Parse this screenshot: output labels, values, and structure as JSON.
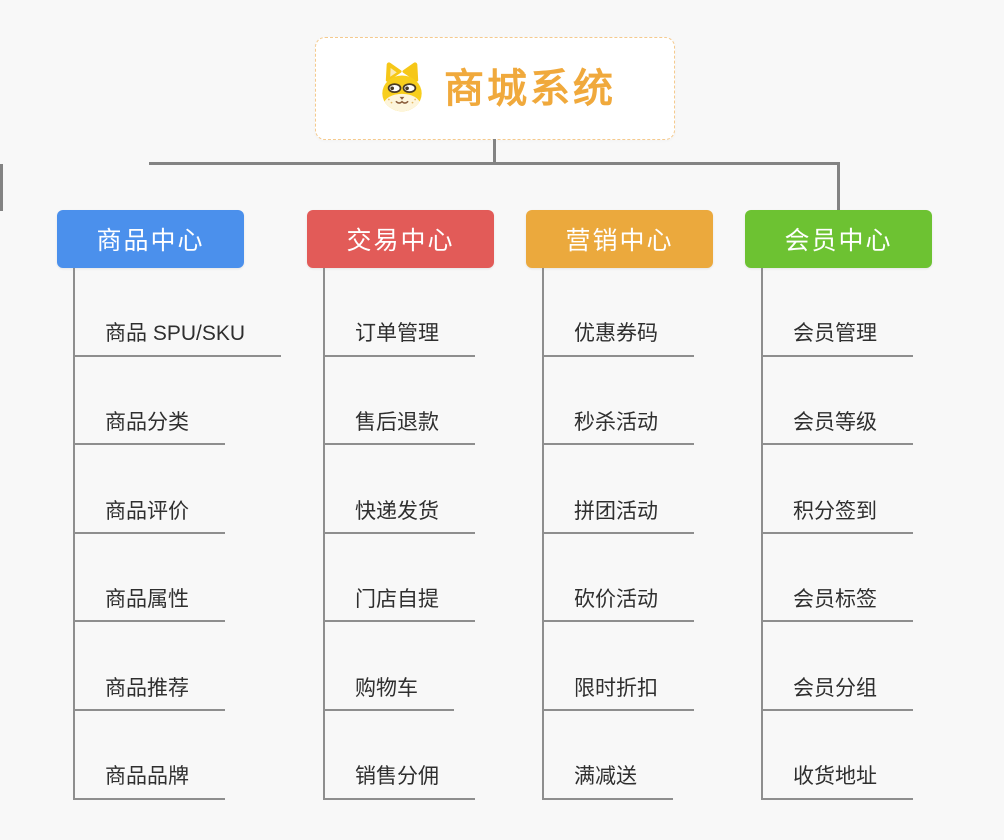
{
  "root": {
    "title": "商城系统",
    "icon": "dog-face-icon",
    "title_color": "#F0A93C",
    "border_color": "#F5CA8E"
  },
  "connector_color": "#838383",
  "branches": [
    {
      "label": "商品中心",
      "color": "#4B90EC",
      "children": [
        "商品 SPU/SKU",
        "商品分类",
        "商品评价",
        "商品属性",
        "商品推荐",
        "商品品牌"
      ]
    },
    {
      "label": "交易中心",
      "color": "#E25B58",
      "children": [
        "订单管理",
        "售后退款",
        "快递发货",
        "门店自提",
        "购物车",
        "销售分佣"
      ]
    },
    {
      "label": "营销中心",
      "color": "#EBA93D",
      "children": [
        "优惠券码",
        "秒杀活动",
        "拼团活动",
        "砍价活动",
        "限时折扣",
        "满减送"
      ]
    },
    {
      "label": "会员中心",
      "color": "#6DC232",
      "children": [
        "会员管理",
        "会员等级",
        "积分签到",
        "会员标签",
        "会员分组",
        "收货地址"
      ]
    }
  ]
}
